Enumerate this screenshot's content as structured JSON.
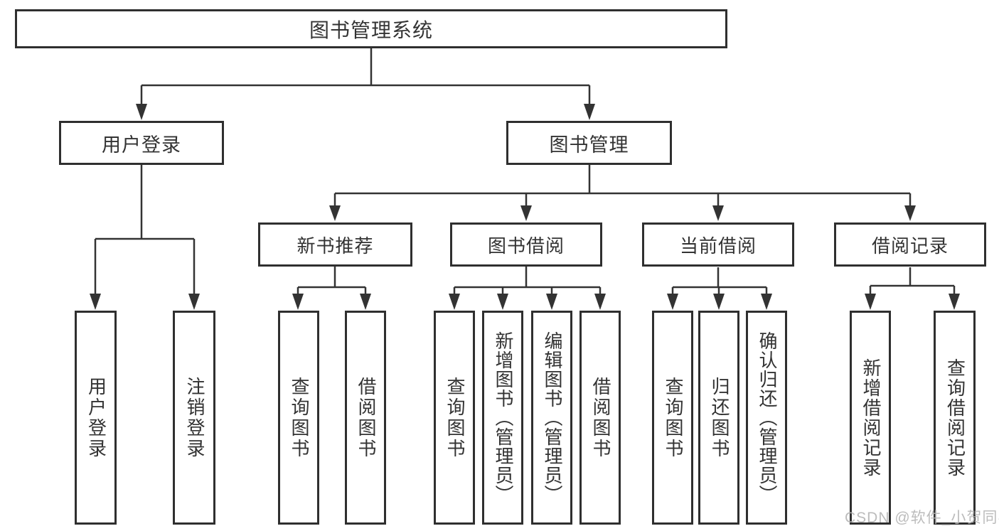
{
  "diagram": {
    "root": {
      "label": "图书管理系统"
    },
    "branches": [
      {
        "label": "用户登录",
        "children": [
          {
            "label": "用户登录"
          },
          {
            "label": "注销登录"
          }
        ]
      },
      {
        "label": "图书管理",
        "children": [
          {
            "label": "新书推荐",
            "children": [
              {
                "label": "查询图书"
              },
              {
                "label": "借阅图书"
              }
            ]
          },
          {
            "label": "图书借阅",
            "children": [
              {
                "label": "查询图书"
              },
              {
                "label": "新增图书（管理员）"
              },
              {
                "label": "编辑图书（管理员）"
              },
              {
                "label": "借阅图书"
              }
            ]
          },
          {
            "label": "当前借阅",
            "children": [
              {
                "label": "查询图书"
              },
              {
                "label": "归还图书"
              },
              {
                "label": "确认归还（管理员）"
              }
            ]
          },
          {
            "label": "借阅记录",
            "children": [
              {
                "label": "新增借阅记录"
              },
              {
                "label": "查询借阅记录"
              }
            ]
          }
        ]
      }
    ],
    "watermark": "CSDN @软件_小贺同学",
    "line_color": "#333333",
    "text_color": "#333333",
    "background": "#ffffff"
  }
}
